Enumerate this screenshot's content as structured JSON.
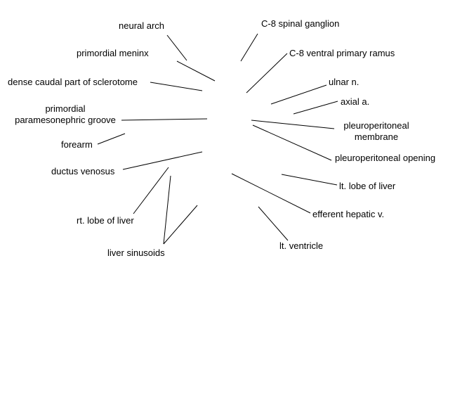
{
  "labels": {
    "neural_arch": "neural arch",
    "c8_spinal_ganglion": "C-8 spinal ganglion",
    "primordial_meninx": "primordial meninx",
    "c8_ventral_primary_ramus": "C-8 ventral primary ramus",
    "dense_caudal_sclerotome": "dense caudal part of sclerotome",
    "ulnar_n": "ulnar n.",
    "axial_a": "axial a.",
    "primordial_paramesonephric_groove_1": "primordial",
    "primordial_paramesonephric_groove_2": "paramesonephric groove",
    "pleuroperitoneal_membrane_1": "pleuroperitoneal",
    "pleuroperitoneal_membrane_2": "membrane",
    "forearm": "forearm",
    "pleuroperitoneal_opening": "pleuroperitoneal opening",
    "ductus_venosus": "ductus venosus",
    "lt_lobe_of_liver": "lt. lobe of liver",
    "efferent_hepatic_v": "efferent hepatic v.",
    "rt_lobe_of_liver": "rt. lobe of liver",
    "lt_ventricle": "lt. ventricle",
    "liver_sinusoids": "liver sinusoids"
  },
  "colors": {
    "background": "#ffffff",
    "ink": "#000000"
  }
}
